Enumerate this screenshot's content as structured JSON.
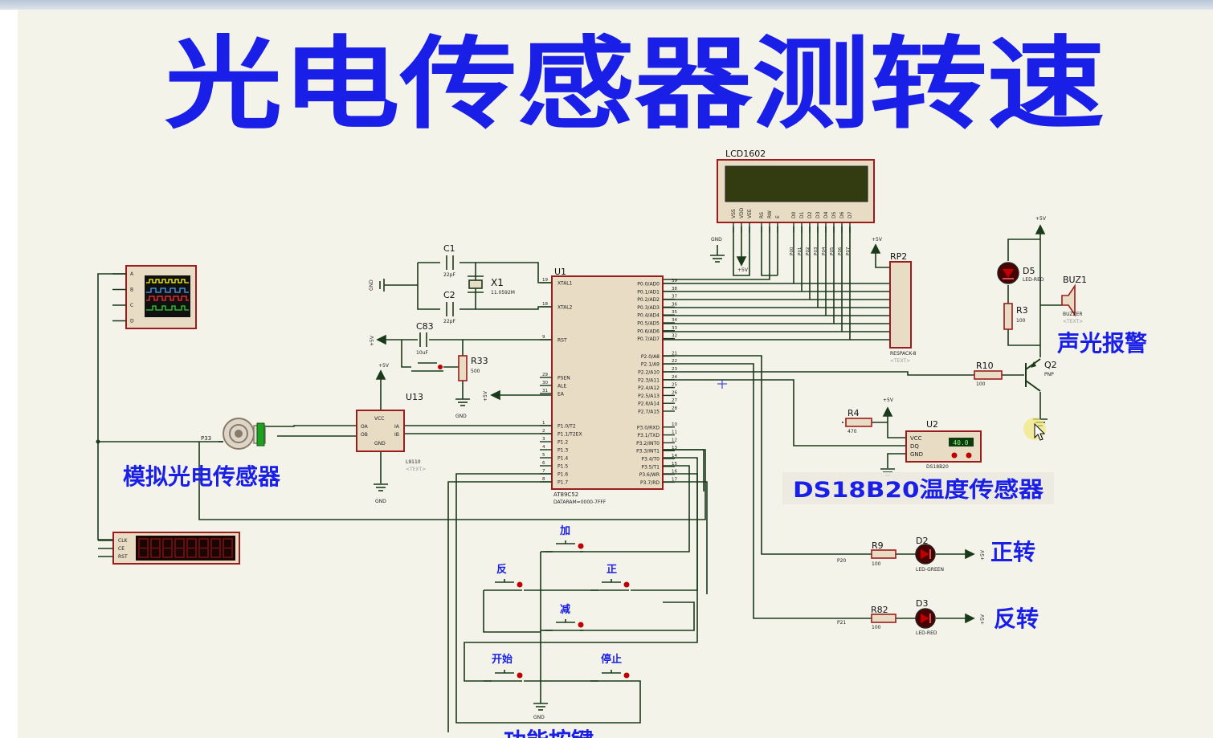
{
  "title": "光电传感器测转速",
  "labels": {
    "sim_sensor": "模拟光电传感器",
    "ds18b20": "DS18B20温度传感器",
    "alarm": "声光报警",
    "forward": "正转",
    "reverse": "反转",
    "func_keys": "功能按键"
  },
  "buttons": {
    "add": "加",
    "rev": "反",
    "fwd": "正",
    "sub": "减",
    "start": "开始",
    "stop": "停止"
  },
  "components": {
    "lcd": "LCD1602",
    "lcd_temp": "40.0",
    "u1": "U1",
    "u1_part": "AT89C52",
    "u1_dataram": "DATARAM=0000-7FFF",
    "c1": "C1",
    "c1_val": "22pF",
    "c2": "C2",
    "c2_val": "22pF",
    "x1": "X1",
    "x1_val": "11.0592M",
    "c83": "C83",
    "c83_val": "10uF",
    "r33": "R33",
    "r33_val": "500",
    "u13": "U13",
    "u13_part": "L9110",
    "text": "<TEXT>",
    "rp2": "RP2",
    "rp2_part": "RESPACK-8",
    "d5": "D5",
    "d5_part": "LED-RED",
    "buz1": "BUZ1",
    "buz1_part": "BUZZER",
    "r3": "R3",
    "r3_val": "100",
    "r10": "R10",
    "r10_val": "100",
    "q2": "Q2",
    "q2_part": "PNP",
    "r4": "R4",
    "r4_val": "470",
    "u2": "U2",
    "u2_part": "DS18B20",
    "r9": "R9",
    "r9_val": "100",
    "d2": "D2",
    "d2_part": "LED-GREEN",
    "r82": "R82",
    "r82_val": "100",
    "d3": "D3",
    "d3_part": "LED-RED",
    "p33": "P33",
    "p20": "P20",
    "p21": "P21",
    "gnd": "GND",
    "vcc5": "+5V"
  },
  "u1_left_pins": [
    "XTAL1",
    "XTAL2",
    "RST",
    "PSEN",
    "ALE",
    "EA",
    "P1.0/T2",
    "P1.1/T2EX",
    "P1.2",
    "P1.3",
    "P1.4",
    "P1.5",
    "P1.6",
    "P1.7"
  ],
  "u1_left_nums": [
    "19",
    "18",
    "9",
    "29",
    "30",
    "31",
    "1",
    "2",
    "3",
    "4",
    "5",
    "6",
    "7",
    "8"
  ],
  "u1_right_pins": [
    "P0.0/AD0",
    "P0.1/AD1",
    "P0.2/AD2",
    "P0.3/AD3",
    "P0.4/AD4",
    "P0.5/AD5",
    "P0.6/AD6",
    "P0.7/AD7",
    "P2.0/A8",
    "P2.1/A9",
    "P2.2/A10",
    "P2.3/A11",
    "P2.4/A12",
    "P2.5/A13",
    "P2.6/A14",
    "P2.7/A15",
    "P3.0/RXD",
    "P3.1/TXD",
    "P3.2/INT0",
    "P3.3/INT1",
    "P3.4/T0",
    "P3.5/T1",
    "P3.6/WR",
    "P3.7/RD"
  ],
  "u1_right_nums": [
    "39",
    "38",
    "37",
    "36",
    "35",
    "34",
    "33",
    "32",
    "21",
    "22",
    "23",
    "24",
    "25",
    "26",
    "27",
    "28",
    "10",
    "11",
    "12",
    "13",
    "14",
    "15",
    "16",
    "17"
  ],
  "lcd_pins": [
    "VSS",
    "VDD",
    "VEE",
    "RS",
    "RW",
    "E",
    "D0",
    "D1",
    "D2",
    "D3",
    "D4",
    "D5",
    "D6",
    "D7"
  ],
  "lcd_nets": [
    "P00",
    "P01",
    "P02",
    "P03",
    "P04",
    "P05",
    "P06",
    "P07"
  ],
  "scope_pins": [
    "A",
    "B",
    "C",
    "D"
  ],
  "seg_pins": [
    "CLK",
    "CE",
    "RST"
  ],
  "u13_pins": [
    "VCC",
    "OA",
    "OB",
    "GND",
    "IA",
    "IB"
  ],
  "u2_pins": [
    "VCC",
    "DQ",
    "GND"
  ],
  "colors": {
    "canvas": "#f4f3ea",
    "wire": "#1a3a1a",
    "component_fill": "#e8dcc4",
    "component_border": "#9b1c1c",
    "label_blue": "#1a1fe8",
    "lcd_screen": "#333c10",
    "led_red": "#c00000"
  }
}
